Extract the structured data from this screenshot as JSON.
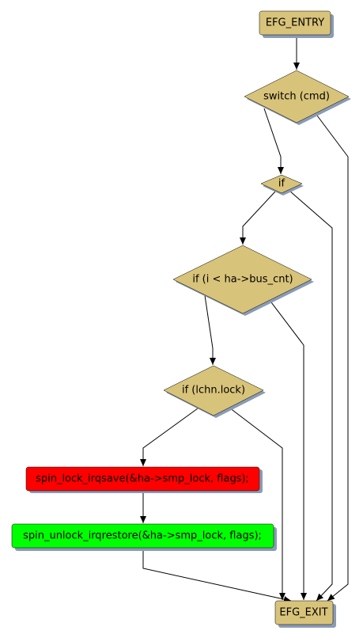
{
  "diagram": {
    "colors": {
      "decision_fill": "#d8c37a",
      "terminal_fill": "#d8c37a",
      "error_fill": "#ff0000",
      "ok_fill": "#00ff00",
      "stroke": "#000000",
      "shadow": "#8a9bb5"
    },
    "nodes": {
      "entry": {
        "label": "EFG_ENTRY"
      },
      "switch_cmd": {
        "label": "switch (cmd)"
      },
      "if_plain": {
        "label": "if"
      },
      "if_bus_cnt": {
        "label": "if (i < ha->bus_cnt)"
      },
      "if_lock": {
        "label": "if (lchn.lock)"
      },
      "spin_lock": {
        "label": "spin_lock_irqsave(&ha->smp_lock, flags);"
      },
      "spin_unlock": {
        "label": "spin_unlock_irqrestore(&ha->smp_lock, flags);"
      },
      "exit": {
        "label": "EFG_EXIT"
      }
    }
  }
}
